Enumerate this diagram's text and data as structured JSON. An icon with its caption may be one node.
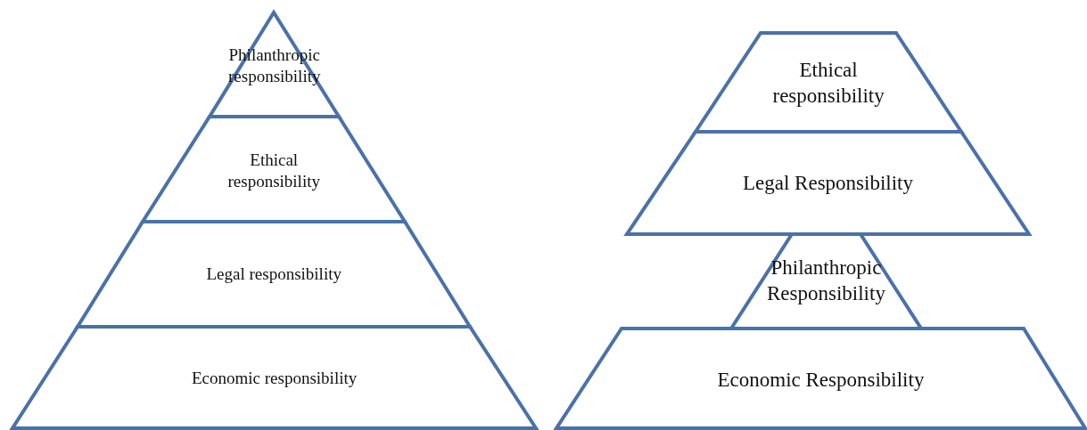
{
  "diagram": {
    "nodes": [
      {
        "text": [
          "Philanthropic responsibility"
        ]
      },
      {
        "text": [
          "Ethical responsibility"
        ]
      },
      {
        "text": [
          "Legal responsibility"
        ]
      },
      {
        "text": [
          "Economic responsibility"
        ]
      },
      {
        "text": [
          "Ethical responsibility"
        ]
      },
      {
        "text": [
          "Legal Responsibility"
        ]
      },
      {
        "text": [
          "Philanthropic Responsibility"
        ]
      },
      {
        "text": [
          "Economic Responsibility"
        ]
      }
    ],
    "edges": []
  }
}
